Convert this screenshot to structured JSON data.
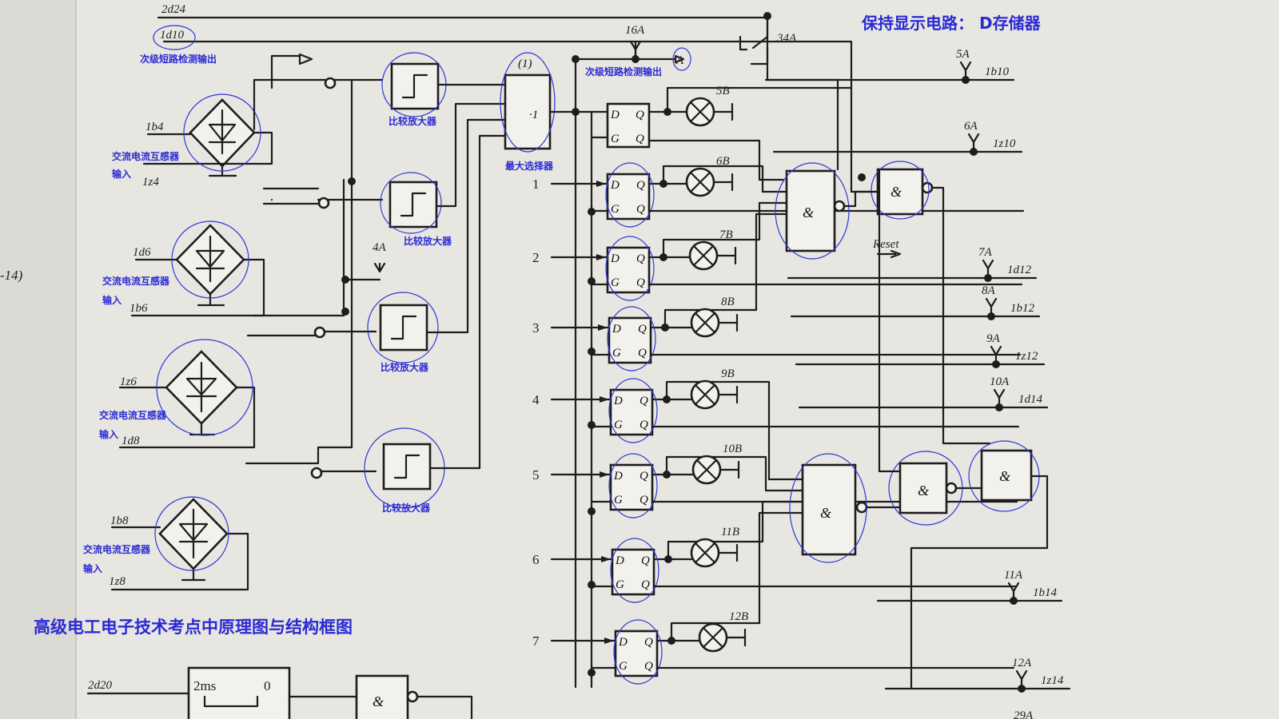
{
  "title_top": "保持显示电路： D存储器",
  "title_bottom": "高级电工电子技术考点中原理图与结构框图",
  "annotations": {
    "secondary_short_left": "次级短路检测输出",
    "secondary_short_mid": "次级短路检测输出",
    "comparator": "比较放大器",
    "max_selector": "最大选择器",
    "ct_input_a": "交流电流互感器",
    "ct_input_b": "输入"
  },
  "pins": {
    "p2d24": "2d24",
    "p1d10": "1d10",
    "p1b4": "1b4",
    "p1z4": "1z4",
    "p1d6": "1d6",
    "p1b6": "1b6",
    "p1z6": "1z6",
    "p1d8": "1d8",
    "p1b8": "1b8",
    "p1z8": "1z8",
    "p16A": "16A",
    "pA": "A",
    "p34A": "34A",
    "p4A": "4A",
    "p5A": "5A",
    "p1b10": "1b10",
    "p6A": "6A",
    "p1z10": "1z10",
    "p7A": "7A",
    "p1d12": "1d12",
    "p8A": "8A",
    "p1b12": "1b12",
    "p9A": "9A",
    "p1z12": "1z12",
    "p10A": "10A",
    "p1d14": "1d14",
    "p11A": "11A",
    "p1b14": "1b14",
    "p12A": "12A",
    "p1z14": "1z14",
    "p29A": "29A",
    "p2d20": "2d20",
    "reset": "Reset"
  },
  "lamps": [
    "5B",
    "6B",
    "7B",
    "8B",
    "9B",
    "10B",
    "11B",
    "12B"
  ],
  "row_numbers": [
    "1",
    "2",
    "3",
    "4",
    "5",
    "6",
    "7"
  ],
  "latch": {
    "d": "D",
    "q": "Q",
    "g": "G",
    "qbar": "Q"
  },
  "max_selector": {
    "top": "(1)",
    "mid": "·1"
  },
  "gates": {
    "and": "&"
  },
  "timer": {
    "label": "2ms",
    "value": "0"
  }
}
